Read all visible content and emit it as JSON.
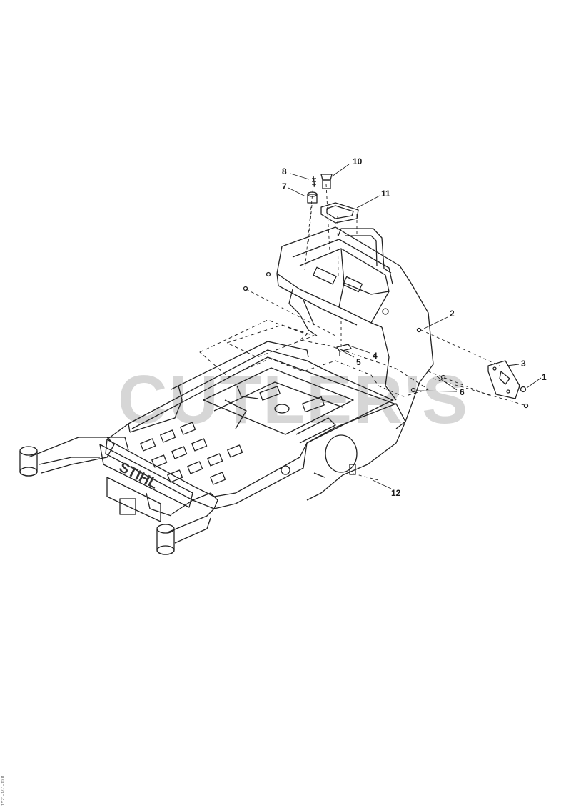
{
  "watermark": "CUTLER'S",
  "brand": "STIHL",
  "callouts": [
    {
      "label": "1"
    },
    {
      "label": "2"
    },
    {
      "label": "3"
    },
    {
      "label": "4"
    },
    {
      "label": "5"
    },
    {
      "label": "6"
    },
    {
      "label": "7"
    },
    {
      "label": "8"
    },
    {
      "label": "10"
    },
    {
      "label": "11"
    },
    {
      "label": "12"
    }
  ],
  "doc_ref": "1Y21-07-1-0001"
}
